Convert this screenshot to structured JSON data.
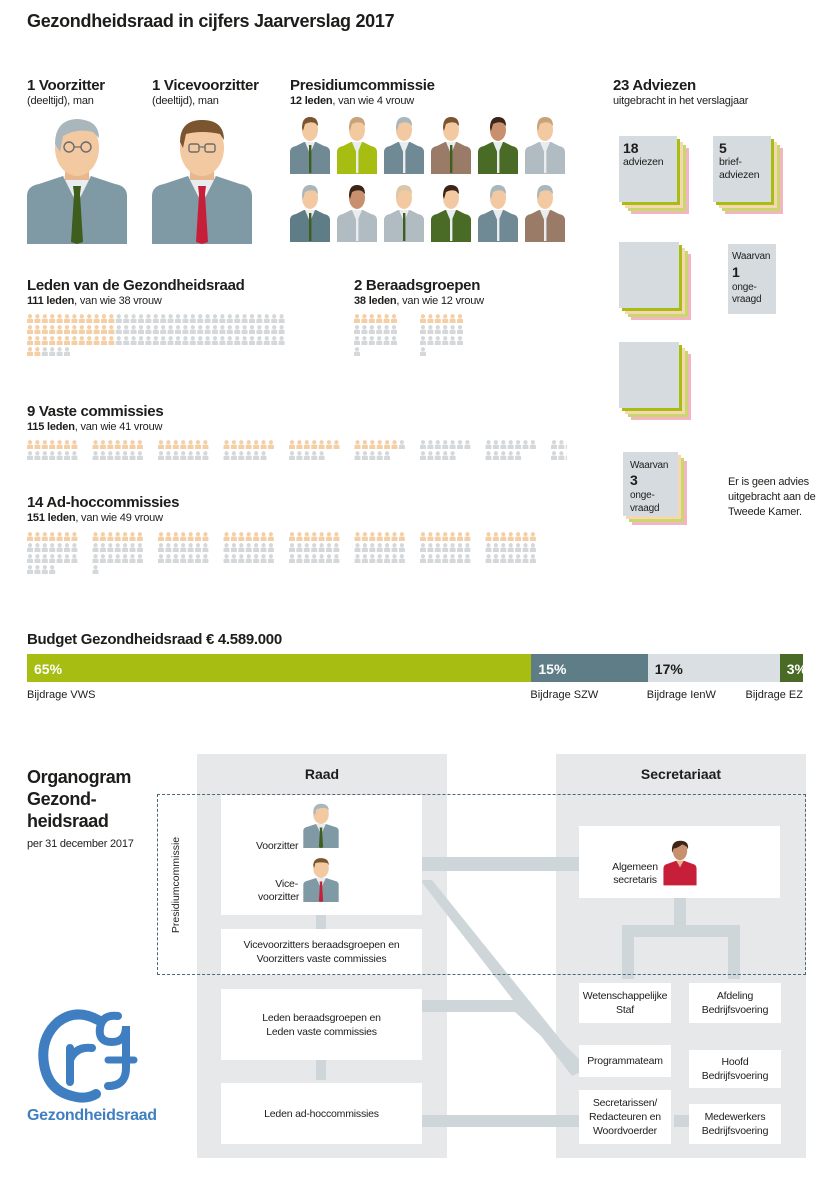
{
  "title": "Gezondheidsraad in cijfers Jaarverslag 2017",
  "voorzitter": {
    "heading": "1 Voorzitter",
    "sub": "(deeltijd), man"
  },
  "vicevoorzitter": {
    "heading": "1 Vicevoorzitter",
    "sub": "(deeltijd), man"
  },
  "presidium": {
    "heading": "Presidiumcommissie",
    "sub_bold": "12 leden",
    "sub_rest": ", van wie 4 vrouw"
  },
  "adviezen": {
    "heading": "23 Adviezen",
    "sub": "uitgebracht in het verslagjaar",
    "stack1_num": "18",
    "stack1_label": "adviezen",
    "stack2_num": "5",
    "stack2_label_1": "brief-",
    "stack2_label_2": "adviezen",
    "waarvan1_pre": "Waarvan",
    "waarvan1_num": "1",
    "waarvan1_l1": "onge-",
    "waarvan1_l2": "vraagd",
    "waarvan3_pre": "Waarvan",
    "waarvan3_num": "3",
    "waarvan3_l1": "onge-",
    "waarvan3_l2": "vraagd",
    "note_1": "Er is geen advies",
    "note_2": "uitgebracht aan de",
    "note_3": "Tweede Kamer."
  },
  "leden": {
    "heading": "Leden van de Gezondheidsraad",
    "sub_bold": "111 leden",
    "sub_rest": ", van wie 38 vrouw",
    "total": 111,
    "women": 38
  },
  "beraadsgroepen": {
    "heading": "2 Beraadsgroepen",
    "sub_bold": "38 leden",
    "sub_rest": ", van wie 12 vrouw"
  },
  "vaste": {
    "heading": "9 Vaste commissies",
    "sub_bold": "115 leden",
    "sub_rest": ", van wie 41 vrouw"
  },
  "adhoc": {
    "heading": "14 Ad-hoccommissies",
    "sub_bold": "151 leden",
    "sub_rest": ", van wie 49 vrouw"
  },
  "budget": {
    "heading": "Budget Gezondheidsraad € 4.589.000",
    "segments": [
      {
        "pct": "65%",
        "value": 65,
        "label": "Bijdrage VWS",
        "color": "#a8bd12"
      },
      {
        "pct": "15%",
        "value": 15,
        "label": "Bijdrage SZW",
        "color": "#5e7d87"
      },
      {
        "pct": "17%",
        "value": 17,
        "label": "Bijdrage IenW",
        "color": "#d9dfe3"
      },
      {
        "pct": "3%",
        "value": 3,
        "label": "Bijdrage EZ",
        "color": "#4a6b26"
      }
    ]
  },
  "organogram": {
    "title_1": "Organogram",
    "title_2": "Gezond-",
    "title_3": "heidsraad",
    "date": "per 31 december 2017",
    "raad": "Raad",
    "secretariaat": "Secretariaat",
    "presidium_vertical": "Presidiumcommissie",
    "voorzitter": "Voorzitter",
    "vice_1": "Vice-",
    "vice_2": "voorzitter",
    "vicevoorzitters_1": "Vicevoorzitters beraadsgroepen en",
    "vicevoorzitters_2": "Voorzitters vaste commissies",
    "leden_1": "Leden beraadsgroepen en",
    "leden_2": "Leden vaste commissies",
    "adhoc": "Leden ad-hoccommissies",
    "algemeen_1": "Algemeen",
    "algemeen_2": "secretaris",
    "wetenschap_1": "Wetenschappelijke",
    "wetenschap_2": "Staf",
    "afdeling_1": "Afdeling",
    "afdeling_2": "Bedrijfsvoering",
    "programma": "Programmateam",
    "hoofd_1": "Hoofd",
    "hoofd_2": "Bedrijfsvoering",
    "secretarissen_1": "Secretarissen/",
    "secretarissen_2": "Redacteuren en",
    "secretarissen_3": "Woordvoerder",
    "medewerkers_1": "Medewerkers",
    "medewerkers_2": "Bedrijfsvoering"
  },
  "logo": {
    "text": "Gezondheidsraad",
    "color": "#3f7fc1"
  },
  "colors": {
    "women": "#f4cfa6",
    "men": "#d4d8db"
  }
}
